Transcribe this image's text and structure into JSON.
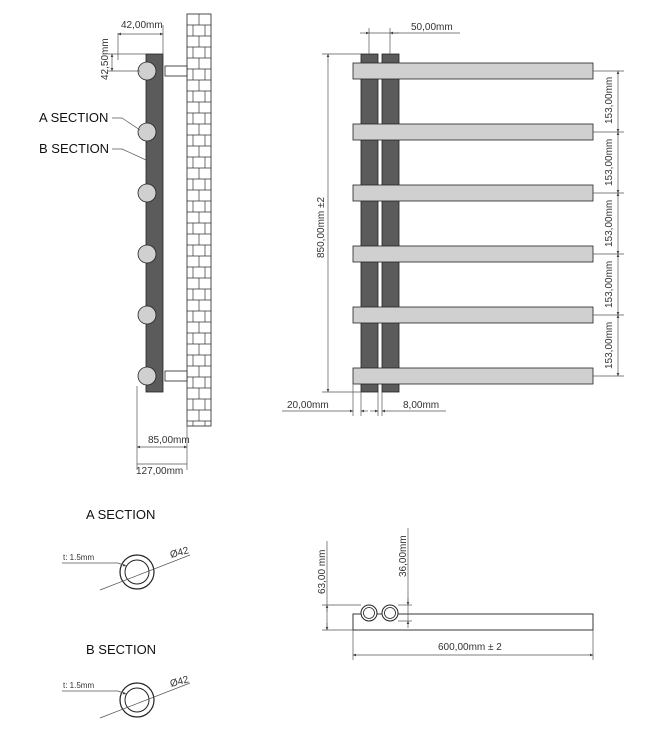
{
  "side_view": {
    "dim_top_width": "42,00mm",
    "dim_top_height": "42,50mm",
    "callout_a": "A SECTION",
    "callout_b": "B SECTION",
    "dim_bottom_1": "85,00mm",
    "dim_bottom_2": "127,00mm"
  },
  "front_view": {
    "dim_top": "50,00mm",
    "dim_height": "850,00mm ±2",
    "dim_spacing": [
      "153,00mm",
      "153,00mm",
      "153,00mm",
      "153,00mm",
      "153,00mm"
    ],
    "dim_left": "20,00mm",
    "dim_gap": "8,00mm"
  },
  "section_a": {
    "title": "A SECTION",
    "thickness": "t: 1.5mm",
    "diameter": "Ø42"
  },
  "section_b": {
    "title": "B SECTION",
    "thickness": "t: 1.5mm",
    "diameter": "Ø42"
  },
  "top_view": {
    "dim_height": "63,00 mm",
    "dim_pipe": "36,00mm",
    "dim_width": "600,00mm ± 2"
  }
}
